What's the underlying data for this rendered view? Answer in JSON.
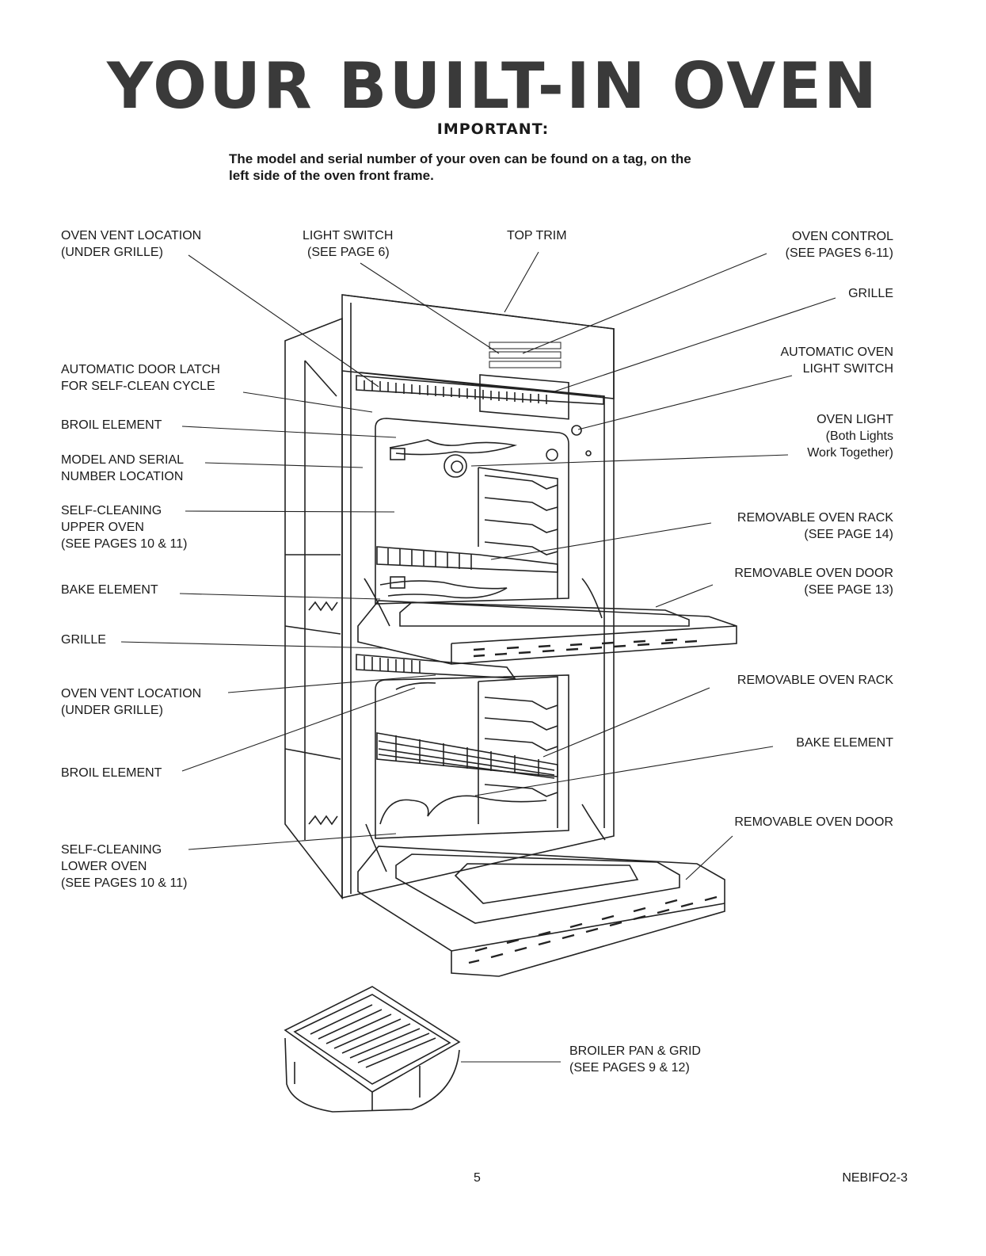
{
  "title": "YOUR BUILT-IN OVEN",
  "important": "IMPORTANT:",
  "note": {
    "line1": "The model and serial number of your oven can be found on a tag, on the",
    "line2": "left side of the oven front frame."
  },
  "labels_left": [
    {
      "id": "oven-vent-location-upper",
      "lines": [
        "OVEN VENT LOCATION",
        "(UNDER GRILLE)"
      ]
    },
    {
      "id": "automatic-door-latch",
      "lines": [
        "AUTOMATIC DOOR LATCH",
        "FOR SELF-CLEAN CYCLE"
      ]
    },
    {
      "id": "broil-element-upper",
      "lines": [
        "BROIL ELEMENT"
      ]
    },
    {
      "id": "model-serial-location",
      "lines": [
        "MODEL AND SERIAL",
        "NUMBER LOCATION"
      ]
    },
    {
      "id": "self-cleaning-upper-oven",
      "lines": [
        "SELF-CLEANING",
        "UPPER OVEN",
        "(SEE PAGES 10 & 11)"
      ]
    },
    {
      "id": "bake-element-upper",
      "lines": [
        "BAKE ELEMENT"
      ]
    },
    {
      "id": "grille-lower",
      "lines": [
        "GRILLE"
      ]
    },
    {
      "id": "oven-vent-location-lower",
      "lines": [
        "OVEN VENT LOCATION",
        "(UNDER GRILLE)"
      ]
    },
    {
      "id": "broil-element-lower",
      "lines": [
        "BROIL ELEMENT"
      ]
    },
    {
      "id": "self-cleaning-lower-oven",
      "lines": [
        "SELF-CLEANING",
        "LOWER OVEN",
        "(SEE PAGES 10 & 11)"
      ]
    }
  ],
  "labels_top": [
    {
      "id": "light-switch",
      "lines": [
        "LIGHT SWITCH",
        "(SEE PAGE 6)"
      ]
    },
    {
      "id": "top-trim",
      "lines": [
        "TOP TRIM"
      ]
    }
  ],
  "labels_right": [
    {
      "id": "oven-control",
      "lines": [
        "OVEN CONTROL",
        "(SEE PAGES 6-11)"
      ]
    },
    {
      "id": "grille-upper",
      "lines": [
        "GRILLE"
      ]
    },
    {
      "id": "automatic-oven-light-switch",
      "lines": [
        "AUTOMATIC OVEN",
        "LIGHT SWITCH"
      ]
    },
    {
      "id": "oven-light",
      "lines": [
        "OVEN LIGHT",
        "(Both Lights",
        "Work Together)"
      ]
    },
    {
      "id": "removable-oven-rack-upper",
      "lines": [
        "REMOVABLE OVEN RACK",
        "(SEE PAGE 14)"
      ]
    },
    {
      "id": "removable-oven-door-upper",
      "lines": [
        "REMOVABLE OVEN DOOR",
        "(SEE PAGE 13)"
      ]
    },
    {
      "id": "removable-oven-rack-lower",
      "lines": [
        "REMOVABLE OVEN RACK"
      ]
    },
    {
      "id": "bake-element-lower",
      "lines": [
        "BAKE ELEMENT"
      ]
    },
    {
      "id": "removable-oven-door-lower",
      "lines": [
        "REMOVABLE OVEN DOOR"
      ]
    }
  ],
  "broiler": {
    "lines": [
      "BROILER PAN & GRID",
      "(SEE PAGES 9 & 12)"
    ]
  },
  "page_number": "5",
  "doc_code": "NEBIFO2-3"
}
